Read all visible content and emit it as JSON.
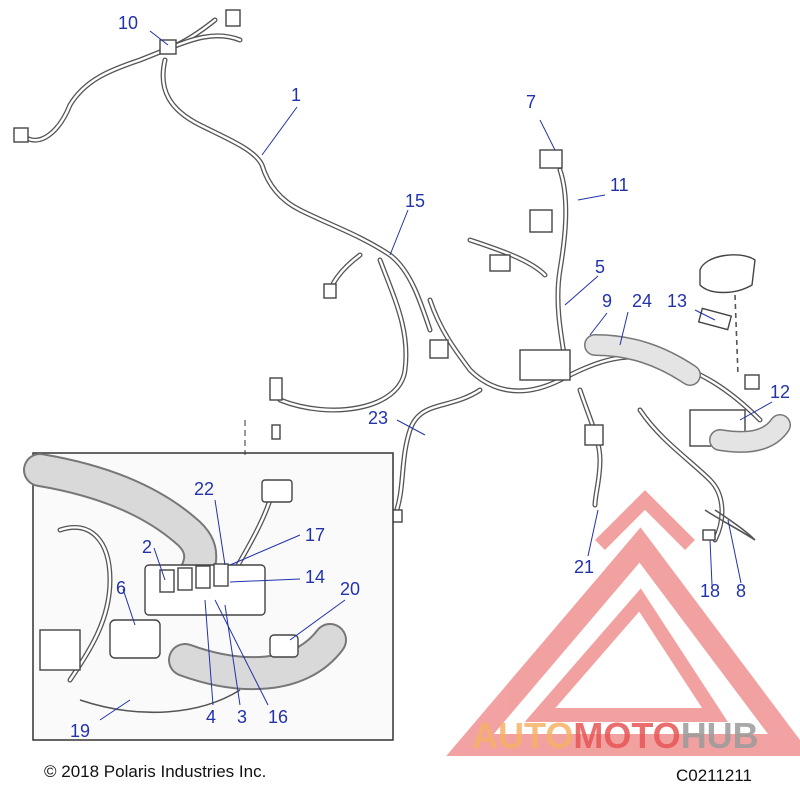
{
  "callouts": [
    {
      "label": "1"
    },
    {
      "label": "2"
    },
    {
      "label": "3"
    },
    {
      "label": "4"
    },
    {
      "label": "5"
    },
    {
      "label": "6"
    },
    {
      "label": "7"
    },
    {
      "label": "8"
    },
    {
      "label": "9"
    },
    {
      "label": "10"
    },
    {
      "label": "11"
    },
    {
      "label": "12"
    },
    {
      "label": "13"
    },
    {
      "label": "14"
    },
    {
      "label": "15"
    },
    {
      "label": "16"
    },
    {
      "label": "17"
    },
    {
      "label": "18"
    },
    {
      "label": "19"
    },
    {
      "label": "20"
    },
    {
      "label": "21"
    },
    {
      "label": "22"
    },
    {
      "label": "23"
    },
    {
      "label": "24"
    }
  ],
  "watermark": {
    "part1": "AUTO",
    "part2": "MOTO",
    "part3": "HUB"
  },
  "footer": {
    "copyright": "© 2018 Polaris Industries Inc.",
    "diagram_code": "C0211211"
  },
  "colors": {
    "callout": "#2233aa",
    "watermark_orange": "#f4b266",
    "watermark_red": "#e85555",
    "watermark_gray": "#9a9a9a"
  }
}
